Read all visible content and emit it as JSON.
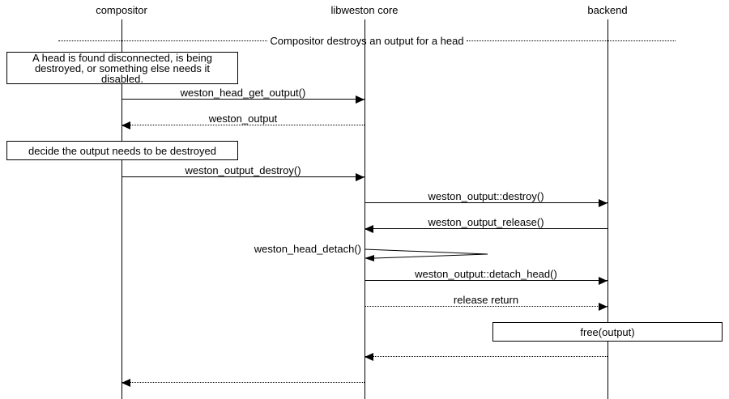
{
  "diagram": {
    "title": "Compositor destroys an output for a head",
    "lifelines": [
      {
        "name": "compositor"
      },
      {
        "name": "libweston core"
      },
      {
        "name": "backend"
      }
    ],
    "notes": [
      {
        "text": "A head is found disconnected, is being\ndestroyed, or something else needs it\ndisabled."
      },
      {
        "text": "decide the output needs to be destroyed"
      },
      {
        "text": "free(output)"
      }
    ],
    "messages": [
      {
        "label": "weston_head_get_output()"
      },
      {
        "label": "weston_output"
      },
      {
        "label": "weston_output_destroy()"
      },
      {
        "label": "weston_output::destroy()"
      },
      {
        "label": "weston_output_release()"
      },
      {
        "label": "weston_head_detach()"
      },
      {
        "label": "weston_output::detach_head()"
      },
      {
        "label": "release return"
      }
    ]
  }
}
